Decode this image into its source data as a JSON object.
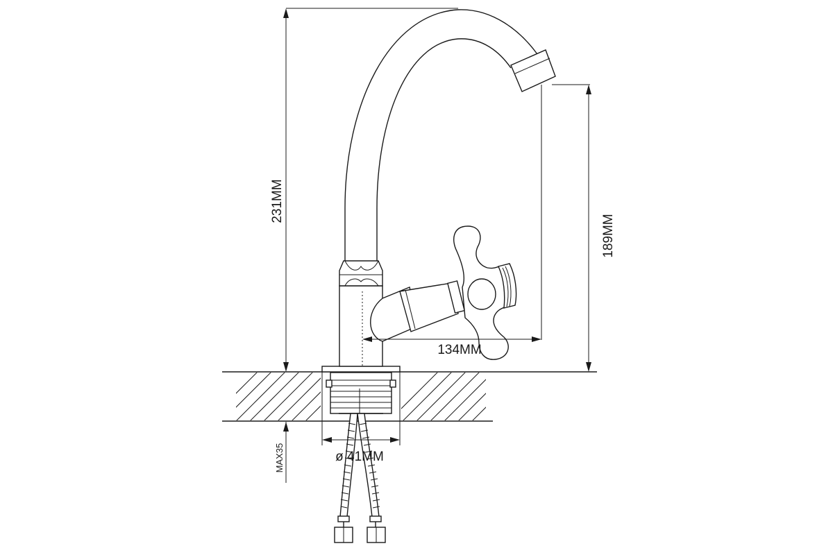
{
  "dimensions": {
    "total_height": "231MM",
    "spout_height": "189MM",
    "spout_reach": "134MM",
    "base_diameter": "ø 41MM",
    "max_counter_thickness": "MAX35"
  }
}
